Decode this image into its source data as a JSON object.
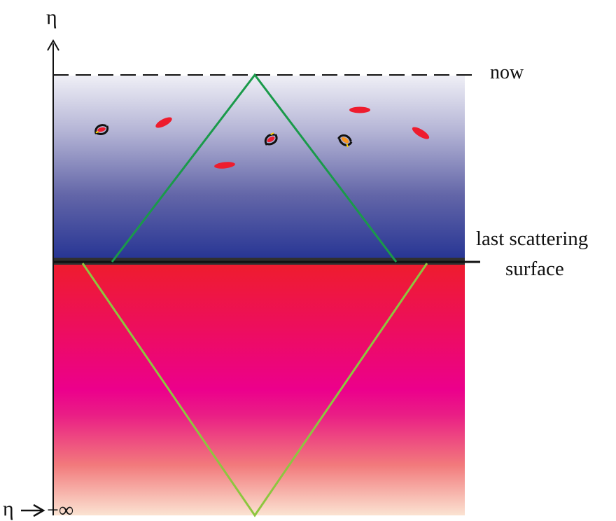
{
  "labels": {
    "eta_top": "η",
    "now": "now",
    "last_scattering_line1": "last scattering",
    "last_scattering_line2": "surface",
    "eta_bottom": "η",
    "minus_infinity": "−∞"
  },
  "colors": {
    "upper_top": "#efeff6",
    "upper_bottom": "#273594",
    "lower_top": "#ee1c2e",
    "lower_mid": "#ec008c",
    "lower_bottom": "#fbe3d2",
    "inner_cone": "#1a9a4a",
    "outer_cone": "#8dc63f",
    "surface_band": "#303030"
  },
  "icons": [
    "red-galaxy-icon",
    "spiral-galaxy-icon",
    "axis-arrow-icon",
    "arrow-right-icon"
  ]
}
